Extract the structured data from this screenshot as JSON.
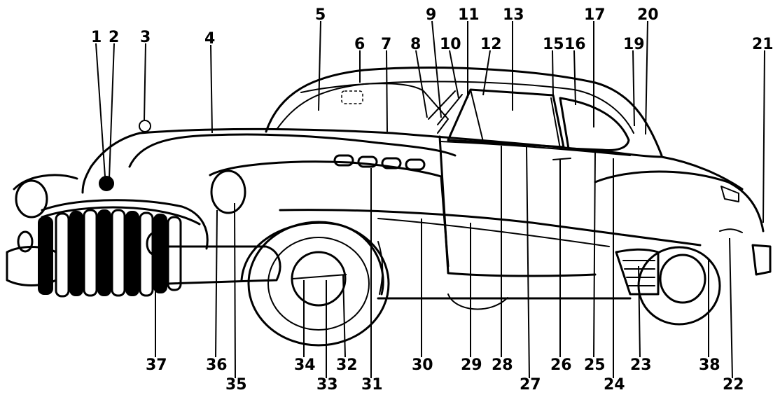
{
  "diagram": {
    "labels": [
      "1",
      "2",
      "3",
      "4",
      "5",
      "6",
      "7",
      "8",
      "9",
      "10",
      "11",
      "12",
      "13",
      "15",
      "16",
      "17",
      "19",
      "20",
      "21",
      "22",
      "23",
      "24",
      "25",
      "26",
      "27",
      "28",
      "29",
      "30",
      "31",
      "32",
      "33",
      "34",
      "35",
      "36",
      "37",
      "38"
    ],
    "colors": {
      "ink": "#000000",
      "paper": "#ffffff"
    }
  }
}
